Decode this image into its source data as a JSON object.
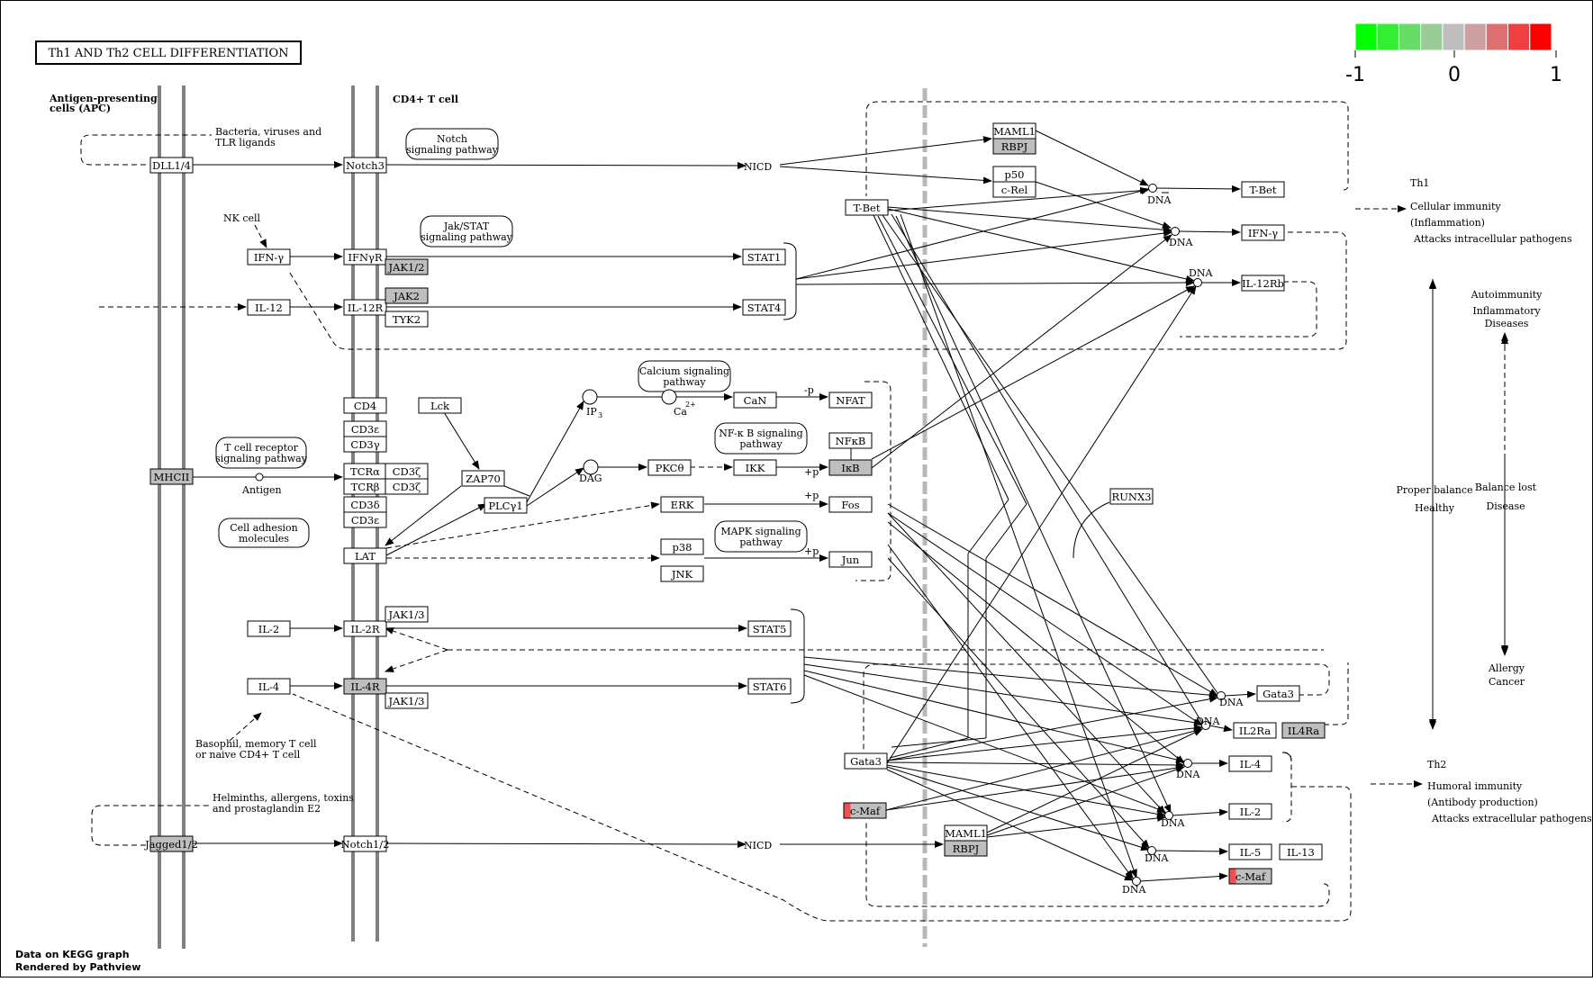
{
  "title": "Th1 AND Th2 CELL DIFFERENTIATION",
  "footer": [
    "Data on KEGG graph",
    "Rendered by Pathview"
  ],
  "legend": {
    "ticks": [
      "-1",
      "0",
      "1"
    ],
    "colors": [
      "#00ff00",
      "#33ee33",
      "#66dd66",
      "#99cc99",
      "#bebebe",
      "#cca0a0",
      "#dd7070",
      "#ee4040",
      "#ff0000"
    ]
  },
  "colors": {
    "gray_node": "#bebebe",
    "up": "#ef5050",
    "membrane": "#808080"
  },
  "cells": {
    "apc": [
      "Antigen-presenting",
      "cells (APC)"
    ],
    "cd4": "CD4+ T cell"
  },
  "nodes": {
    "DLL14": "DLL1/4",
    "Notch3": "Notch3",
    "IFNy_apc": "IFN-γ",
    "IFNyR": "IFNγR",
    "JAK12": "JAK1/2",
    "IL12": "IL-12",
    "IL12R": "IL-12R",
    "JAK2": "JAK2",
    "TYK2": "TYK2",
    "STAT1": "STAT1",
    "STAT4": "STAT4",
    "MHCII": "MHCII",
    "CD4": "CD4",
    "Lck": "Lck",
    "CD3e1": "CD3ε",
    "CD3g": "CD3γ",
    "TCRa": "TCRα",
    "TCRb": "TCRβ",
    "CD3z1": "CD3ζ",
    "CD3z2": "CD3ζ",
    "CD3d": "CD3δ",
    "CD3e2": "CD3ε",
    "ZAP70": "ZAP70",
    "PLCg1": "PLCγ1",
    "LAT": "LAT",
    "CaN": "CaN",
    "NFAT": "NFAT",
    "PKCt": "PKCθ",
    "IKK": "IKK",
    "NFkB": "NFκB",
    "IkB": "IκB",
    "ERK": "ERK",
    "Fos": "Fos",
    "p38": "p38",
    "JNK": "JNK",
    "Jun": "Jun",
    "IL2": "IL-2",
    "IL2R": "IL-2R",
    "JAK13a": "JAK1/3",
    "STAT5": "STAT5",
    "IL4": "IL-4",
    "IL4R": "IL-4R",
    "JAK13b": "JAK1/3",
    "STAT6": "STAT6",
    "Jagged12": "Jagged1/2",
    "Notch12": "Notch1/2",
    "MAML1a": "MAML1",
    "RBPJa": "RBPJ",
    "p50": "p50",
    "cRel": "c-Rel",
    "TBet1": "T-Bet",
    "TBet2": "T-Bet",
    "IFNy2": "IFN-γ",
    "IL12Rb": "IL-12Rb",
    "RUNX3": "RUNX3",
    "Gata3a": "Gata3",
    "Gata3b": "Gata3",
    "cMafa": "c-Maf",
    "cMafb": "c-Maf",
    "MAML1b": "MAML1",
    "RBPJb": "RBPJ",
    "IL2Ra": "IL2Ra",
    "IL4Ra": "IL4Ra",
    "IL4b": "IL-4",
    "IL2b": "IL-2",
    "IL5": "IL-5",
    "IL13": "IL-13"
  },
  "pathways": {
    "notch": [
      "Notch",
      "signaling pathway"
    ],
    "jakstat": [
      "Jak/STAT",
      "signaling pathway"
    ],
    "tcr": [
      "T cell receptor",
      "signaling pathway"
    ],
    "adhesion": [
      "Cell adhesion",
      "molecules"
    ],
    "calcium": [
      "Calcium signaling",
      "pathway"
    ],
    "nfkb": [
      "NF-κ B signaling",
      "pathway"
    ],
    "mapk": [
      "MAPK signaling",
      "pathway"
    ]
  },
  "labels": {
    "bacteria": [
      "Bacteria, viruses and",
      "TLR ligands"
    ],
    "nkcell": "NK cell",
    "antigen": "Antigen",
    "basophil": [
      "Basophil, memory T cell",
      "or naive CD4+ T cell"
    ],
    "helminths": [
      "Helminths, allergens, toxins",
      "and prostaglandin E2"
    ],
    "nicd": "NICD",
    "ip3": "IP",
    "ip3_sub": "3",
    "ca": "Ca",
    "ca_sup": "2+",
    "dag": "DAG",
    "dna": "DNA",
    "p": "+p",
    "minus_p": "-p"
  },
  "th1": [
    "Th1",
    "Cellular immunity",
    "(Inflammation)",
    "Attacks intracellular pathogens"
  ],
  "th2": [
    "Th2",
    "Humoral immunity",
    "(Antibody production)",
    "Attacks extracellular pathogens"
  ],
  "side": {
    "autoimmunity": [
      "Autoimmunity",
      "Inflammatory",
      "Diseases"
    ],
    "proper": [
      "Proper balance",
      "Healthy"
    ],
    "lost": [
      "Balance lost",
      "Disease"
    ],
    "allergy": [
      "Allergy",
      "Cancer"
    ]
  }
}
